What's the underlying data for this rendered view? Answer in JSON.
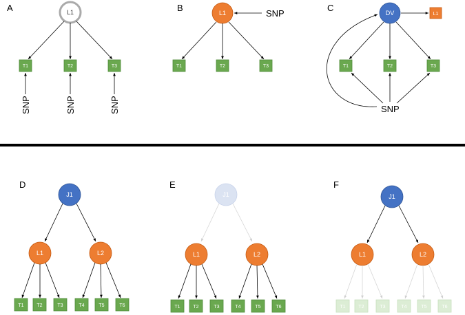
{
  "colors": {
    "green": "#6aa84f",
    "green_border": "#4e8a37",
    "orange": "#ed7d31",
    "orange_border": "#c55a11",
    "blue": "#4472c4",
    "blue_border": "#2f5597",
    "gray_ring": "#aaaaaa",
    "faded_blue": "#dbe3f2",
    "faded_green": "#dcedd5",
    "faded_line": "#d5d5d5",
    "divider": "#000000"
  },
  "panels": {
    "A": {
      "label": "A",
      "latent": "L1",
      "traits": [
        "T1",
        "T2",
        "T3"
      ],
      "snp": "SNP"
    },
    "B": {
      "label": "B",
      "latent": "L1",
      "traits": [
        "T1",
        "T2",
        "T3"
      ],
      "snp": "SNP"
    },
    "C": {
      "label": "C",
      "latent": "DV",
      "other": "L1",
      "traits": [
        "T1",
        "T2",
        "T3"
      ],
      "snp": "SNP"
    },
    "D": {
      "label": "D",
      "top": "J1",
      "mid": [
        "L1",
        "L2"
      ],
      "traits": [
        "T1",
        "T2",
        "T3",
        "T4",
        "T5",
        "T6"
      ]
    },
    "E": {
      "label": "E",
      "top": "J1",
      "mid": [
        "L1",
        "L2"
      ],
      "traits": [
        "T1",
        "T2",
        "T3",
        "T4",
        "T5",
        "T6"
      ]
    },
    "F": {
      "label": "F",
      "top": "J1",
      "mid": [
        "L1",
        "L2"
      ],
      "traits": [
        "T1",
        "T2",
        "T3",
        "T4",
        "T5",
        "T6"
      ]
    }
  }
}
